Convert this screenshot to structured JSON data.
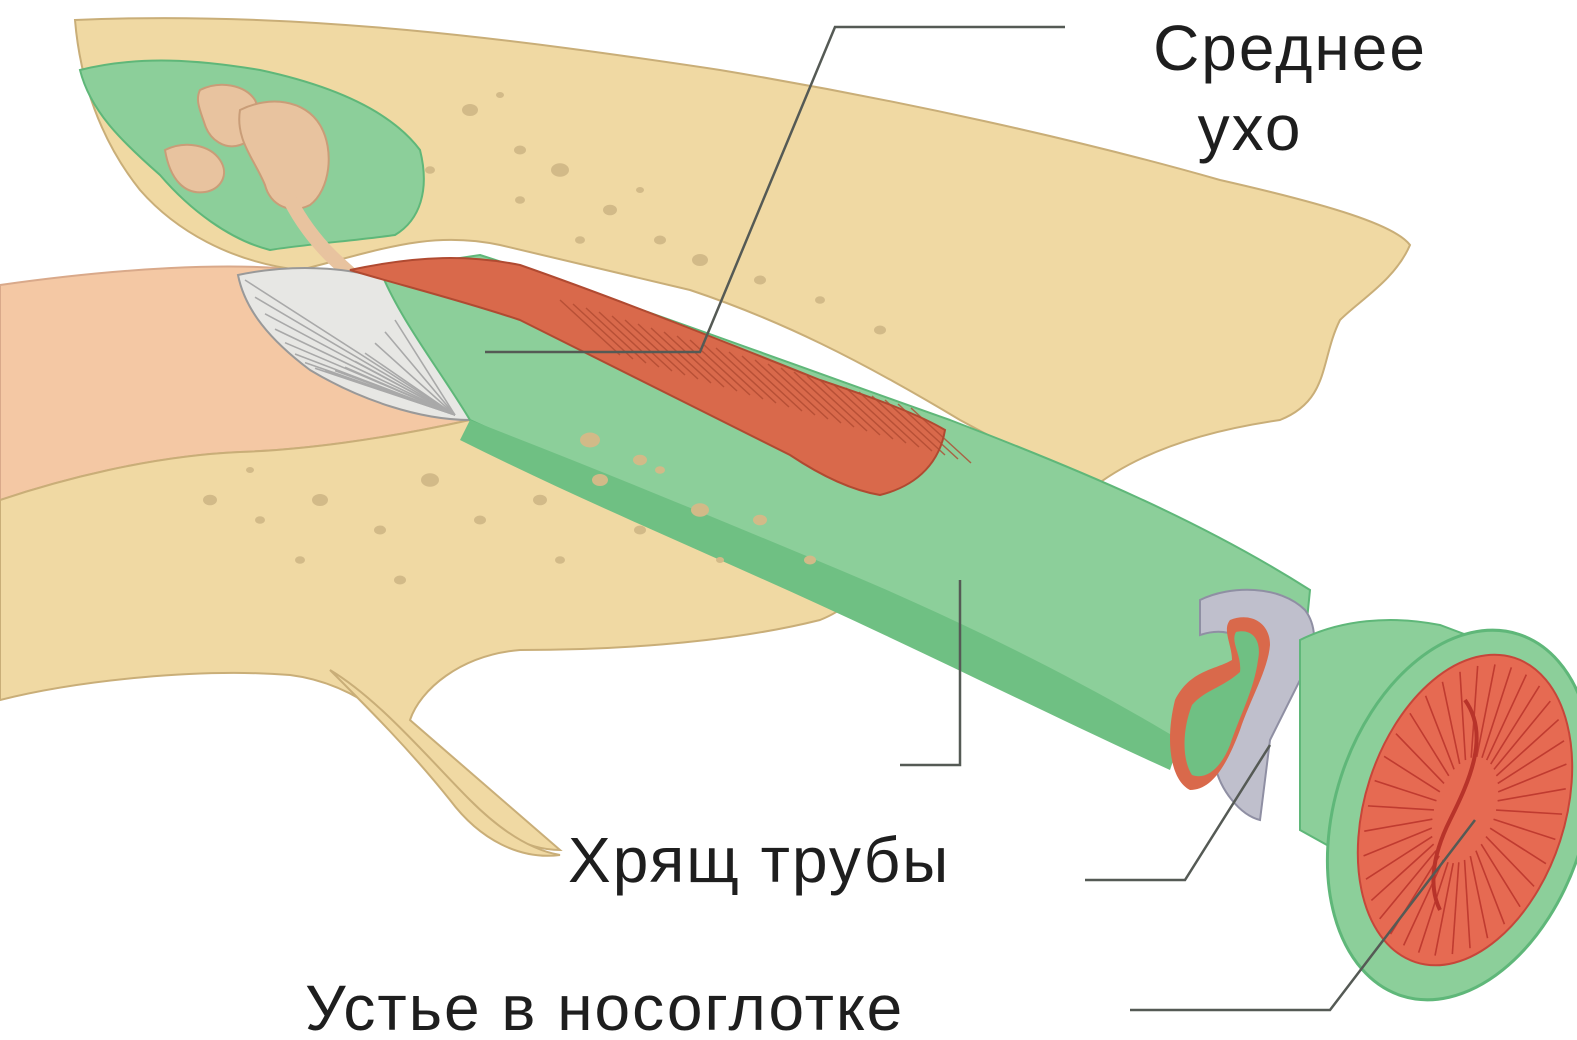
{
  "labels": {
    "middle_ear": [
      "Среднее",
      "ухо"
    ],
    "tube_cartilage": "Хрящ трубы",
    "nasopharynx_orifice": "Устье в носоглотке"
  },
  "colors": {
    "bone": "#f0d9a3",
    "bone_outline": "#c9ae78",
    "mucosa": "#8ccf9a",
    "mucosa_dark": "#5fb779",
    "muscle": "#d9694b",
    "cartilage": "#bfbfcc",
    "skin": "#f4c8a4",
    "eardrum": "#e7e7e4",
    "ossicle": "#e8c39f",
    "orifice": "#e66a52",
    "leader_line": "#555a55"
  }
}
